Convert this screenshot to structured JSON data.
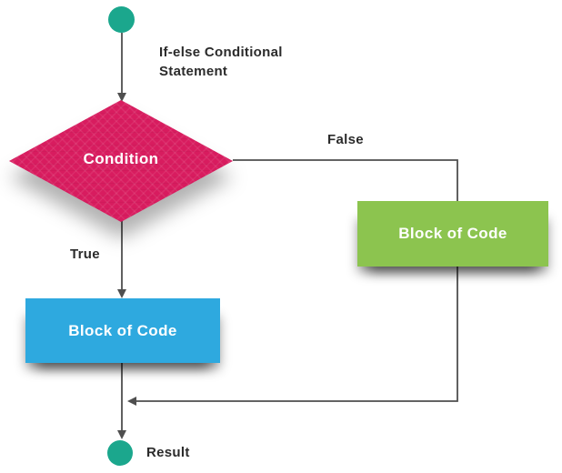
{
  "flowchart": {
    "annotation_title": "If-else Conditional Statement",
    "start_node": {
      "shape": "circle",
      "color": "#1BA78D"
    },
    "condition_node": {
      "label": "Condition",
      "shape": "diamond",
      "color": "#D81C5F"
    },
    "false_branch": {
      "edge_label": "False",
      "block_label": "Block of Code",
      "block_color": "#8CC44F"
    },
    "true_branch": {
      "edge_label": "True",
      "block_label": "Block of Code",
      "block_color": "#2EA9DF"
    },
    "end_node": {
      "shape": "circle",
      "color": "#1BA78D",
      "label": "Result"
    },
    "connector_color": "#4f4f4f"
  }
}
